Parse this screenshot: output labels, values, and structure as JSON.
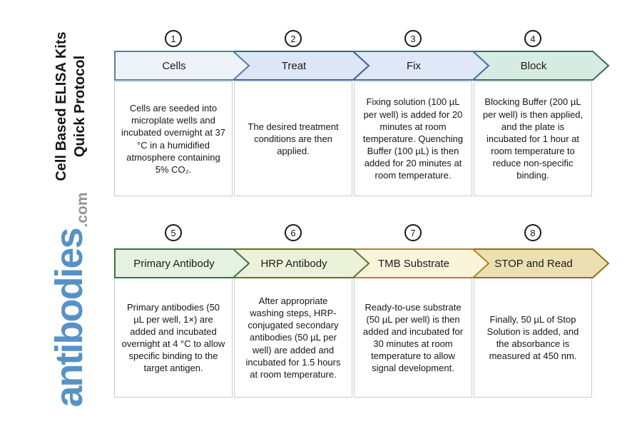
{
  "sidebar": {
    "title_line1": "Cell Based ELISA Kits",
    "title_line2": "Quick Protocol",
    "logo_text": "antibodies",
    "logo_suffix": ".com",
    "logo_color": "#5792c6",
    "logo_suffix_color": "#8e9499"
  },
  "rows": [
    {
      "steps": [
        {
          "number": "1",
          "label": "Cells",
          "description": "Cells are seeded into microplate wells and incubated overnight at 37 °C in a humidified atmosphere containing 5% CO₂.",
          "fill": "#eef3fa",
          "border": "#5a7da3"
        },
        {
          "number": "2",
          "label": "Treat",
          "description": "The desired treatment conditions are then applied.",
          "fill": "#dde6f6",
          "border": "#3f5f92"
        },
        {
          "number": "3",
          "label": "Fix",
          "description": "Fixing solution (100 µL per well) is added for 20 minutes at room temperature. Quenching Buffer (100 µL) is then added for 20 minutes at room temperature.",
          "fill": "#e0e8f8",
          "border": "#4a6d9b"
        },
        {
          "number": "4",
          "label": "Block",
          "description": "Blocking Buffer (200 µL per well) is then applied, and the plate is incubated for 1 hour at room temperature to reduce non-specific binding.",
          "fill": "#d6ece2",
          "border": "#3d685c"
        }
      ]
    },
    {
      "steps": [
        {
          "number": "5",
          "label": "Primary Antibody",
          "description": "Primary antibodies (50 µL per well, 1×) are added and incubated overnight at 4 °C to allow specific binding to the target antigen.",
          "fill": "#e5f2e2",
          "border": "#3e6f44"
        },
        {
          "number": "6",
          "label": "HRP Antibody",
          "description": "After appropriate washing steps, HRP-conjugated secondary antibodies (50 µL per well) are added and incubated for 1.5 hours at room temperature.",
          "fill": "#ecf2da",
          "border": "#5f7134"
        },
        {
          "number": "7",
          "label": "TMB Substrate",
          "description": "Ready-to-use substrate (50 µL per well) is then added and incubated for 30 minutes at room temperature to allow signal development.",
          "fill": "#f9f4da",
          "border": "#a8882e"
        },
        {
          "number": "8",
          "label": "STOP and Read",
          "description": "Finally, 50 µL of Stop Solution is added, and the absorbance is measured at 450 nm.",
          "fill": "#ecdfb2",
          "border": "#8e701f"
        }
      ]
    }
  ]
}
